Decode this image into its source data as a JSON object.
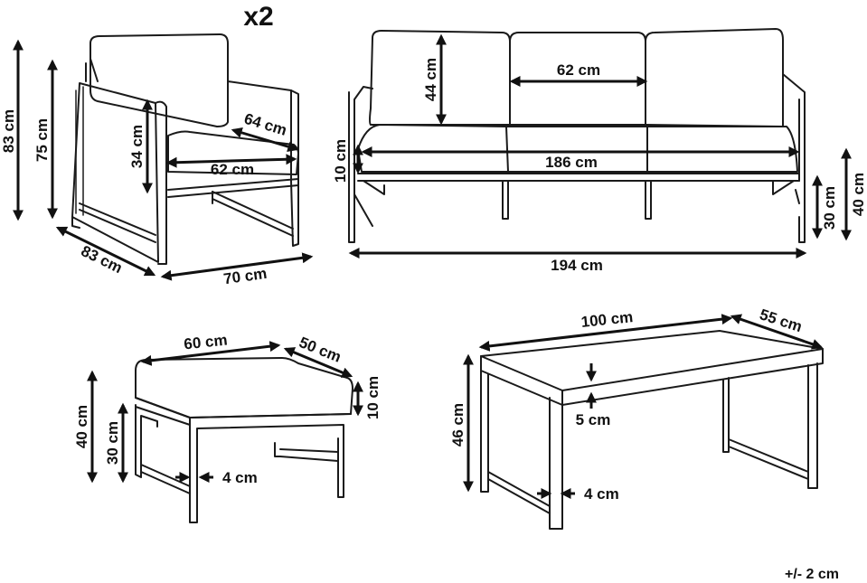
{
  "quantity_note": "x2",
  "tolerance": "+/- 2 cm",
  "armchair": {
    "height": "83 cm",
    "arm_height": "75 cm",
    "seat_depth": "64 cm",
    "back_height": "34 cm",
    "seat_width": "62 cm",
    "depth": "83 cm",
    "width": "70 cm"
  },
  "sofa": {
    "back_height": "44 cm",
    "cushion_width": "62 cm",
    "seat_thickness": "10 cm",
    "seat_width": "186 cm",
    "width": "194 cm",
    "seat_height": "30 cm",
    "total_seat_height": "40 cm"
  },
  "ottoman": {
    "width": "60 cm",
    "depth": "50 cm",
    "cushion_thickness": "10 cm",
    "height": "40 cm",
    "frame_height": "30 cm",
    "leg_width": "4 cm"
  },
  "table": {
    "length": "100 cm",
    "depth": "55 cm",
    "top_thickness": "5 cm",
    "height": "46 cm",
    "leg_width": "4 cm"
  }
}
